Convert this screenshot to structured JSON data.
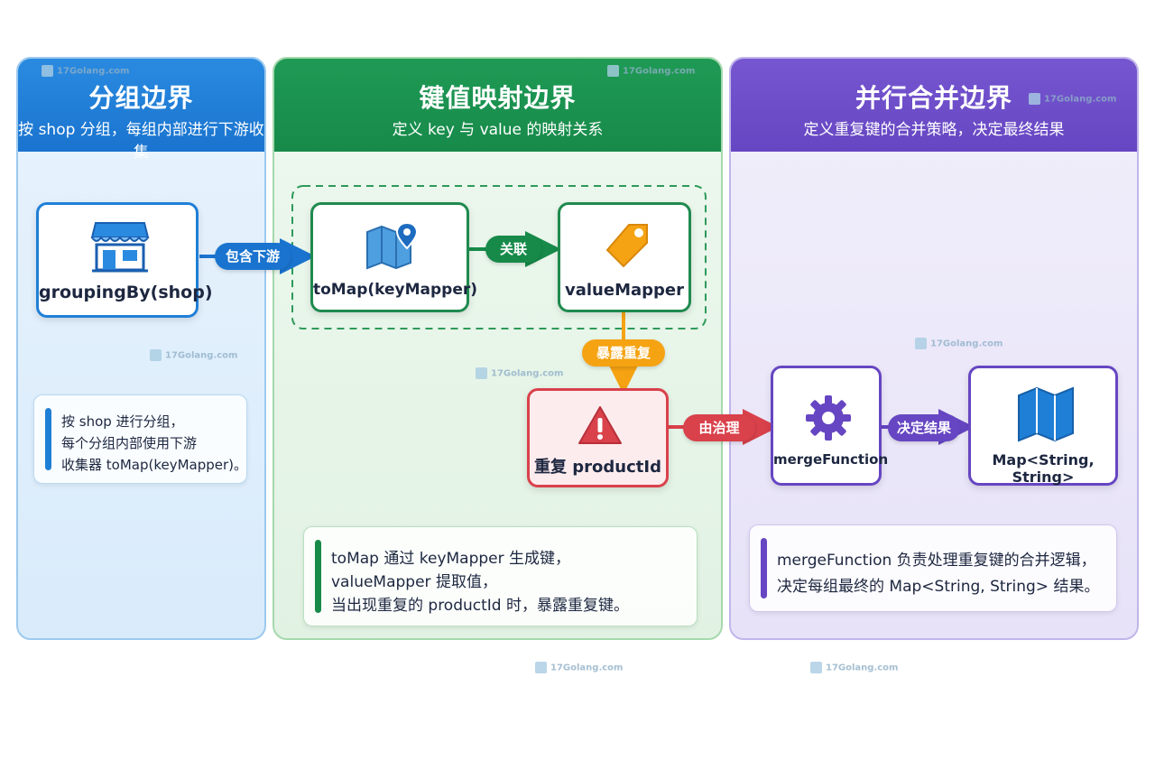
{
  "panels": {
    "grouping": {
      "title": "分组边界",
      "subtitle": "按 shop 分组，每组内部进行下游收集",
      "color": "#1a74cf"
    },
    "mapping": {
      "title": "键值映射边界",
      "subtitle": "定义 key 与 value 的映射关系",
      "color": "#178a4a"
    },
    "merge": {
      "title": "并行合并边界",
      "subtitle": "定义重复键的合并策略，决定最终结果",
      "color": "#6646c2"
    }
  },
  "nodes": {
    "grouping_by": {
      "label": "groupingBy(shop)",
      "icon": "store-icon"
    },
    "to_map": {
      "label": "toMap(keyMapper)",
      "icon": "map-pin-icon"
    },
    "value_mapper": {
      "label": "valueMapper",
      "icon": "tag-icon"
    },
    "duplicate": {
      "label": "重复 productId",
      "icon": "warning-icon"
    },
    "merge_function": {
      "label": "mergeFunction",
      "icon": "gear-icon"
    },
    "result_map": {
      "label": "Map<String, String>",
      "icon": "map-icon"
    }
  },
  "edges": {
    "contains": "包含下游",
    "associate": "关联",
    "expose": "暴露重复",
    "governed": "由治理",
    "decide": "决定结果"
  },
  "notes": {
    "grouping": [
      "按 shop 进行分组，",
      "每个分组内部使用下游",
      "收集器 toMap(keyMapper)。"
    ],
    "mapping": [
      "toMap 通过 keyMapper 生成键，",
      "valueMapper 提取值，",
      "当出现重复的 productId 时，暴露重复键。"
    ],
    "merge": [
      "mergeFunction 负责处理重复键的合并逻辑，",
      "决定每组最终的 Map<String, String> 结果。"
    ]
  },
  "watermark": "17Golang.com",
  "colors": {
    "blue": "#1a74cf",
    "green": "#178a4a",
    "orange": "#f5a313",
    "red": "#d9414b",
    "purple": "#6646c2"
  }
}
